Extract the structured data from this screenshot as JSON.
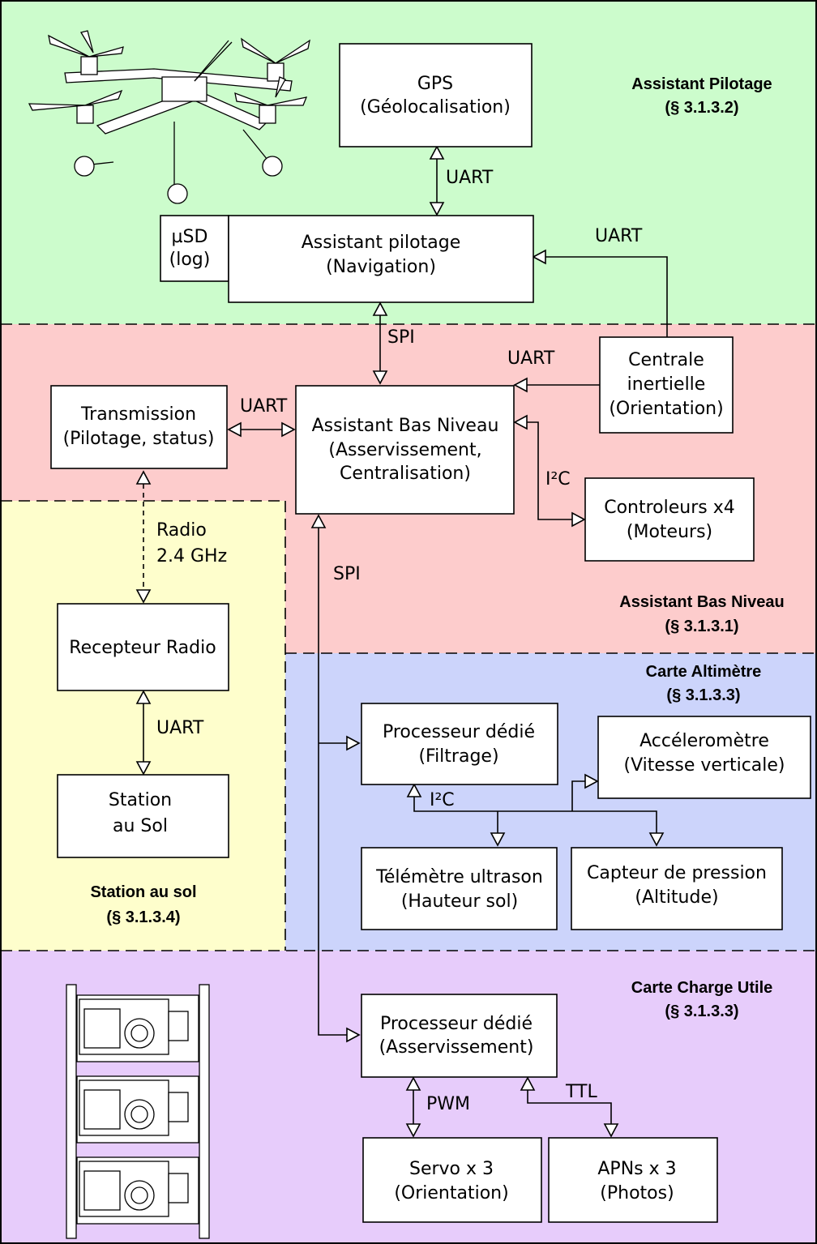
{
  "colors": {
    "pilotage_zone": "#ccfccc",
    "bas_niveau_zone": "#fdcccc",
    "station_zone": "#fefecc",
    "altimetre_zone": "#ccd4fb",
    "charge_zone": "#e7ccfb"
  },
  "sections": {
    "pilotage": {
      "line1": "Assistant Pilotage",
      "line2": "(§ 3.1.3.2)"
    },
    "bas_niveau": {
      "line1": "Assistant Bas Niveau",
      "line2": "(§ 3.1.3.1)"
    },
    "altimetre": {
      "line1": "Carte Altimètre",
      "line2": "(§ 3.1.3.3)"
    },
    "station": {
      "line1": "Station au sol",
      "line2": "(§ 3.1.3.4)"
    },
    "charge": {
      "line1": "Carte Charge Utile",
      "line2": "(§ 3.1.3.3)"
    }
  },
  "boxes": {
    "gps": {
      "line1": "GPS",
      "line2": "(Géolocalisation)"
    },
    "usd": {
      "line1": "µSD",
      "line2": "(log)"
    },
    "assistant_pilotage": {
      "line1": "Assistant pilotage",
      "line2": "(Navigation)"
    },
    "centrale": {
      "line1": "Centrale",
      "line2": "inertielle",
      "line3": "(Orientation)"
    },
    "transmission": {
      "line1": "Transmission",
      "line2": "(Pilotage, status)"
    },
    "bas_niveau": {
      "line1": "Assistant Bas Niveau",
      "line2": "(Asservissement,",
      "line3": "Centralisation)"
    },
    "controleurs": {
      "line1": "Controleurs x4",
      "line2": "(Moteurs)"
    },
    "recepteur": {
      "line1": "Recepteur Radio"
    },
    "station": {
      "line1": "Station",
      "line2": "au Sol"
    },
    "proc_filtrage": {
      "line1": "Processeur dédié",
      "line2": "(Filtrage)"
    },
    "accelerometre": {
      "line1": "Accéleromètre",
      "line2": "(Vitesse verticale)"
    },
    "telemetre": {
      "line1": "Télémètre ultrason",
      "line2": "(Hauteur sol)"
    },
    "capteur": {
      "line1": "Capteur de pression",
      "line2": "(Altitude)"
    },
    "proc_asserv": {
      "line1": "Processeur dédié",
      "line2": "(Asservissement)"
    },
    "servo": {
      "line1": "Servo x 3",
      "line2": "(Orientation)"
    },
    "apn": {
      "line1": "APNs x 3",
      "line2": "(Photos)"
    }
  },
  "links": {
    "uart_gps": "UART",
    "uart_centrale_pilotage": "UART",
    "spi_pilotage": "SPI",
    "uart_centrale_bas": "UART",
    "uart_transmission": "UART",
    "i2c_controleurs": "I²C",
    "radio_line1": "Radio",
    "radio_line2": "2.4 GHz",
    "spi_bus": "SPI",
    "uart_station": "UART",
    "i2c_altimetre": "I²C",
    "pwm": "PWM",
    "ttl": "TTL"
  }
}
